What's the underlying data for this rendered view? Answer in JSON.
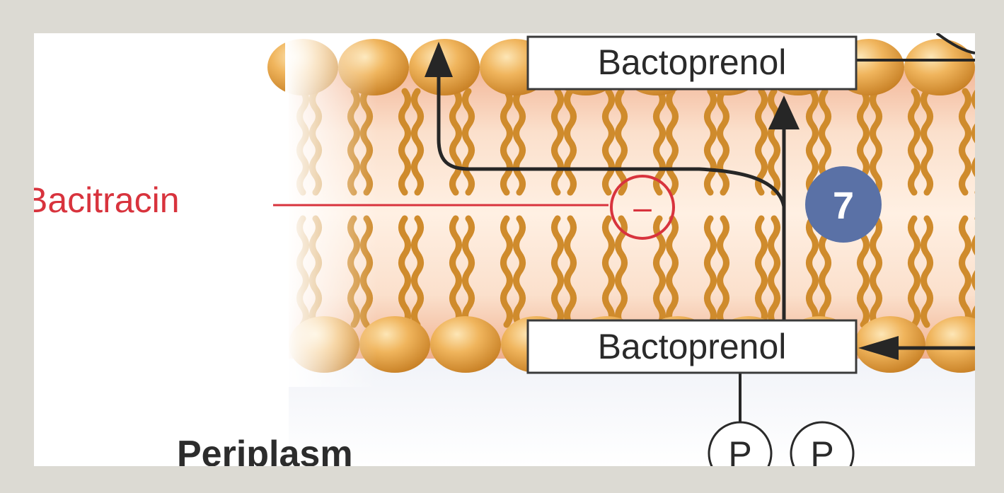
{
  "diagram": {
    "labels": {
      "bactoprenol_top": "Bactoprenol",
      "bactoprenol_bottom": "Bactoprenol",
      "inhibitor": "Bacitracin",
      "inhibition_symbol": "–",
      "step_number": "7",
      "compartment": "Periplasm",
      "phosphate_1": "P",
      "phosphate_2": "P"
    },
    "colors": {
      "frame": "#dcdad3",
      "lipid_head": "#e9ad4e",
      "lipid_tail": "#cf8b2c",
      "membrane_core": "#f7c9a7",
      "inhibitor": "#d8333d",
      "step_badge": "#5a71a6",
      "arrow": "#262626"
    }
  }
}
